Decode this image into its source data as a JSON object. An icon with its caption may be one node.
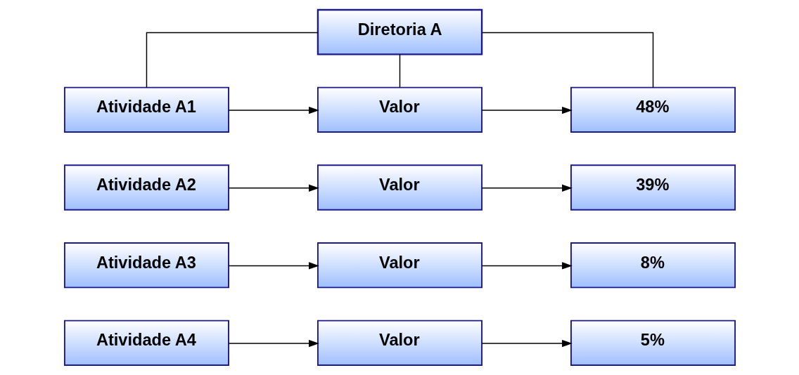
{
  "diagram": {
    "nodes": [
      {
        "text": [
          "Diretoria A"
        ]
      },
      {
        "text": [
          "Atividade A1"
        ]
      },
      {
        "text": [
          "Valor"
        ]
      },
      {
        "text": [
          "48%"
        ]
      },
      {
        "text": [
          "Atividade A2"
        ]
      },
      {
        "text": [
          "Valor"
        ]
      },
      {
        "text": [
          "39%"
        ]
      },
      {
        "text": [
          "Atividade A3"
        ]
      },
      {
        "text": [
          "Valor"
        ]
      },
      {
        "text": [
          "8%"
        ]
      },
      {
        "text": [
          "Atividade A4"
        ]
      },
      {
        "text": [
          "Valor"
        ]
      },
      {
        "text": [
          "5%"
        ]
      }
    ],
    "edges": [
      {
        "from": 0,
        "to": 1,
        "arrow": "none"
      },
      {
        "from": 0,
        "to": 2,
        "arrow": "none"
      },
      {
        "from": 0,
        "to": 3,
        "arrow": "none"
      },
      {
        "from": 1,
        "to": 2,
        "arrow": "to"
      },
      {
        "from": 2,
        "to": 3,
        "arrow": "to"
      },
      {
        "from": 4,
        "to": 5,
        "arrow": "to"
      },
      {
        "from": 5,
        "to": 6,
        "arrow": "to"
      },
      {
        "from": 7,
        "to": 8,
        "arrow": "to"
      },
      {
        "from": 8,
        "to": 9,
        "arrow": "to"
      },
      {
        "from": 10,
        "to": 11,
        "arrow": "to"
      },
      {
        "from": 11,
        "to": 12,
        "arrow": "to"
      }
    ]
  }
}
